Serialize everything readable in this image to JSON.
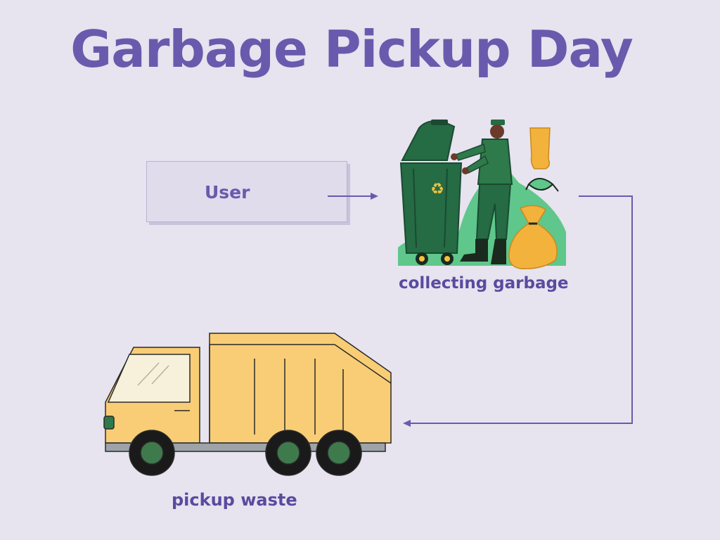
{
  "title": "Garbage Pickup Day",
  "nodes": {
    "user": "User",
    "collect": "collecting garbage",
    "pickup": "pickup waste"
  },
  "colors": {
    "background": "#e7e3ef",
    "title": "#6a5aad",
    "arrow": "#6a5aad",
    "bin": "#256b44",
    "grass": "#5fc78b",
    "bag": "#f3b23c",
    "truck_body": "#f8cd75",
    "wheel": "#3f7a4d"
  }
}
